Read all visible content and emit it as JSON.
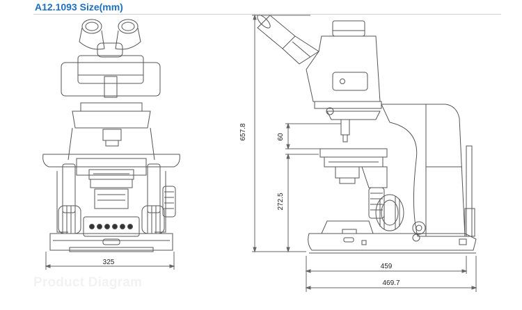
{
  "header": {
    "title": "A12.1093 Size(mm)"
  },
  "footer": {
    "label": "Product Diagram"
  },
  "dimensions": {
    "front_width": "325",
    "side_height_total": "657.8",
    "side_height_upper": "60",
    "side_height_lower": "272.5",
    "side_depth_base": "459",
    "side_depth_total": "469.7"
  }
}
